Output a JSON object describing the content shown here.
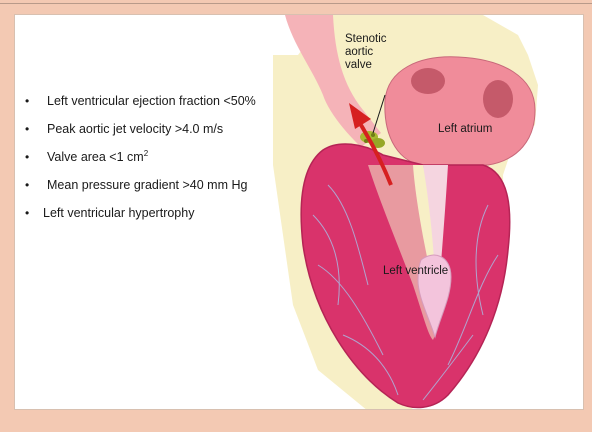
{
  "bullets": [
    {
      "text": "Left ventricular ejection fraction <50%"
    },
    {
      "text": "Peak aortic jet velocity >4.0 m/s"
    },
    {
      "text": "Valve area <1 cm",
      "sup": "2"
    },
    {
      "text": "Mean pressure gradient >40 mm Hg"
    },
    {
      "text": "Left ventricular hypertrophy"
    }
  ],
  "bullet_glyph": "•",
  "labels": {
    "stenotic_line1": "Stenotic",
    "stenotic_line2": "aortic",
    "stenotic_line3": "valve",
    "left_atrium": "Left atrium",
    "left_ventricle": "Left ventricle"
  },
  "colors": {
    "frame": "#f3c9b3",
    "aorta": "#f5b3b8",
    "atrium": "#f08c9a",
    "ventricle_wall": "#d9336b",
    "ventricle_inner": "#e89aa0",
    "valve": "#a8b830",
    "arrow": "#d62020",
    "fat": "#f7efc6"
  }
}
